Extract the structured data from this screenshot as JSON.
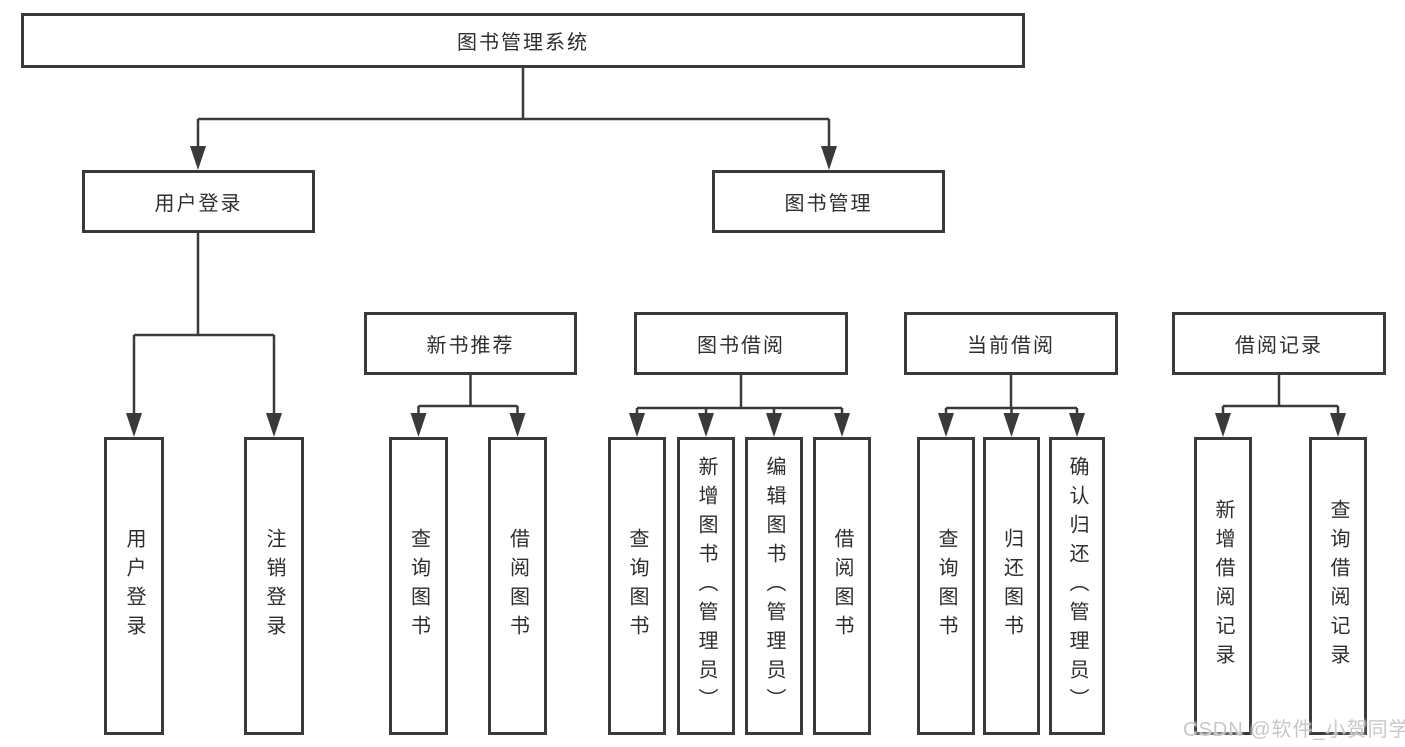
{
  "tree": {
    "root": {
      "label": "图书管理系统"
    },
    "branches": [
      {
        "label": "用户登录",
        "leaves": [
          {
            "label": "用户登录"
          },
          {
            "label": "注销登录"
          }
        ]
      },
      {
        "label": "图书管理",
        "sections": [
          {
            "label": "新书推荐",
            "leaves": [
              {
                "label": "查询图书"
              },
              {
                "label": "借阅图书"
              }
            ]
          },
          {
            "label": "图书借阅",
            "leaves": [
              {
                "label": "查询图书"
              },
              {
                "label": "新增图书（管理员）"
              },
              {
                "label": "编辑图书（管理员）"
              },
              {
                "label": "借阅图书"
              }
            ]
          },
          {
            "label": "当前借阅",
            "leaves": [
              {
                "label": "查询图书"
              },
              {
                "label": "归还图书"
              },
              {
                "label": "确认归还（管理员）"
              }
            ]
          },
          {
            "label": "借阅记录",
            "leaves": [
              {
                "label": "新增借阅记录"
              },
              {
                "label": "查询借阅记录"
              }
            ]
          }
        ]
      }
    ]
  },
  "watermark": {
    "text": "CSDN @软件_小贺同学"
  },
  "colors": {
    "line": "#3a3a3a",
    "text": "#2e2e2e",
    "box_background": "#ffffff",
    "page_background": "#ffffff",
    "watermark": "#c8c8c8"
  }
}
